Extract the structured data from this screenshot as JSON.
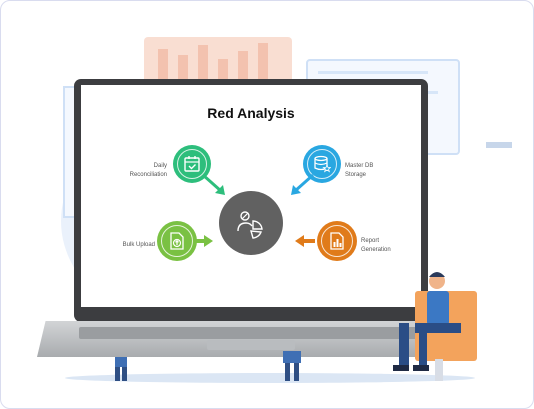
{
  "diagram": {
    "title": "Red Analysis",
    "nodes": [
      {
        "id": "daily",
        "label_line1": "Daily",
        "label_line2": "Reconciliation",
        "icon": "calendar-check-icon",
        "color": "#2dbe7c"
      },
      {
        "id": "master",
        "label_line1": "Master DB",
        "label_line2": "Storage",
        "icon": "database-star-icon",
        "color": "#29a7e1"
      },
      {
        "id": "bulk",
        "label_line1": "Bulk Upload",
        "icon": "file-upload-icon",
        "color": "#7ac143"
      },
      {
        "id": "report",
        "label_line1": "Report",
        "label_line2": "Generation",
        "icon": "report-chart-icon",
        "color": "#e07b1a"
      },
      {
        "id": "center",
        "icon": "analytics-pie-icon",
        "color": "#616161"
      }
    ]
  }
}
